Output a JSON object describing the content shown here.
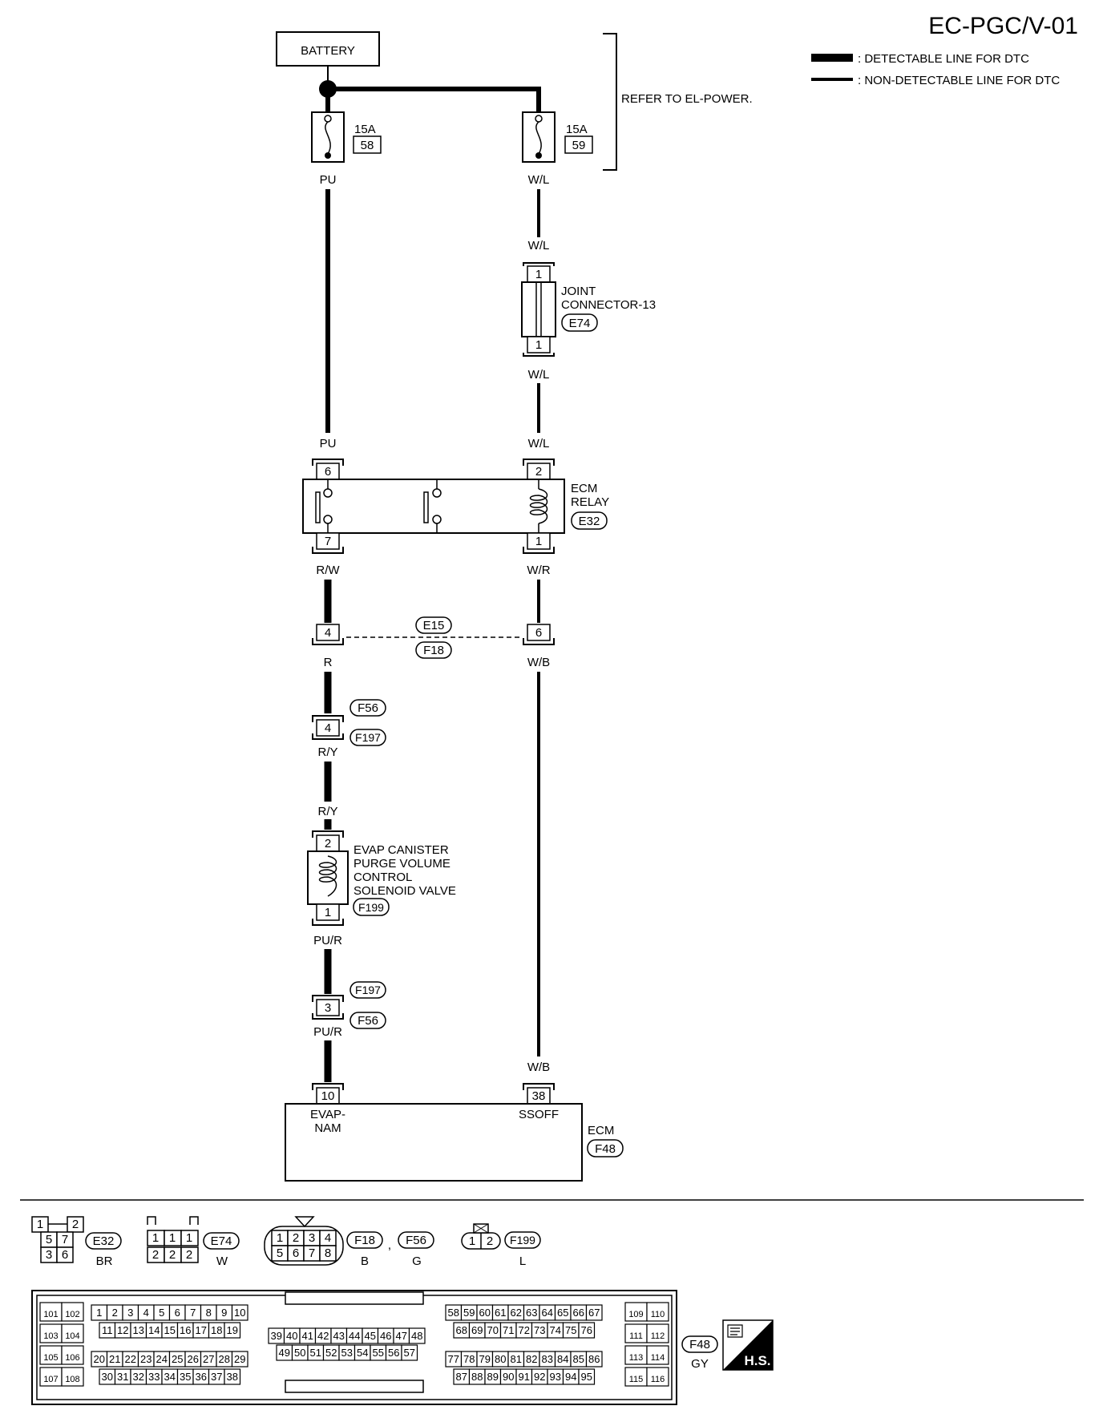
{
  "header": {
    "page_code": "EC-PGC/V-01",
    "legend": [
      {
        "key": "detectable",
        "label": ": DETECTABLE LINE FOR DTC"
      },
      {
        "key": "non_detectable",
        "label": ": NON-DETECTABLE LINE FOR DTC"
      }
    ]
  },
  "battery": {
    "label": "BATTERY"
  },
  "refer": {
    "label": "REFER TO EL-POWER."
  },
  "fuses": [
    {
      "amp": "15A",
      "number": "58",
      "wire": "PU"
    },
    {
      "amp": "15A",
      "number": "59",
      "wire": "W/L"
    }
  ],
  "joint_connector": {
    "name": [
      "JOINT",
      "CONNECTOR-13"
    ],
    "connector": "E74",
    "pin_top": "1",
    "pin_bottom": "1",
    "wire_top": "W/L",
    "wire_bottom": "W/L"
  },
  "ecm_relay": {
    "name": [
      "ECM",
      "RELAY"
    ],
    "connector": "E32",
    "pin_left_top": "6",
    "pin_left_bottom": "7",
    "pin_right_top": "2",
    "pin_right_bottom": "1",
    "wire_left_in": "PU",
    "wire_right_in": "W/L",
    "wire_left_out": "R/W",
    "wire_right_out": "W/R"
  },
  "e15_f18": {
    "top": "E15",
    "bottom": "F18",
    "pin_left": "4",
    "pin_right": "6",
    "wire_left": "R",
    "wire_right": "W/B"
  },
  "f56_f197_a": {
    "top": "F56",
    "bottom": "F197",
    "pin": "4",
    "wire_below": "R/Y"
  },
  "evap_valve": {
    "name": [
      "EVAP CANISTER",
      "PURGE VOLUME",
      "CONTROL",
      "SOLENOID VALVE"
    ],
    "connector": "F199",
    "pin_top": "2",
    "pin_bottom": "1",
    "wire_top": "R/Y",
    "wire_bottom": "PU/R"
  },
  "f197_f56_b": {
    "top": "F197",
    "bottom": "F56",
    "pin": "3",
    "wire_below": "PU/R"
  },
  "ecm": {
    "name": "ECM",
    "connector": "F48",
    "pin_left": "10",
    "pin_right": "38",
    "term_left": [
      "EVAP-",
      "NAM"
    ],
    "term_right": "SSOFF",
    "wire_right": "W/B"
  },
  "connector_views": {
    "e32": {
      "id": "E32",
      "color": "BR",
      "pins_top": [
        "1",
        "2"
      ],
      "pins_mid": [
        "5",
        "7"
      ],
      "pins_bot": [
        "3",
        "6"
      ]
    },
    "e74": {
      "id": "E74",
      "color": "W",
      "pins_top": [
        "1",
        "1",
        "1"
      ],
      "pins_bot": [
        "2",
        "2",
        "2"
      ]
    },
    "f18_f56": {
      "ids": [
        "F18",
        "F56"
      ],
      "colors": [
        "B",
        "G"
      ],
      "sep": ",",
      "pins_top": [
        "1",
        "2",
        "3",
        "4"
      ],
      "pins_bot": [
        "5",
        "6",
        "7",
        "8"
      ]
    },
    "f199": {
      "id": "F199",
      "color": "L",
      "pins": [
        "1",
        "2"
      ]
    },
    "f48": {
      "id": "F48",
      "color": "GY"
    }
  },
  "ecm_connector_pins": {
    "left_block": [
      [
        "101",
        "102"
      ],
      [
        "103",
        "104"
      ],
      [
        "105",
        "106"
      ],
      [
        "107",
        "108"
      ]
    ],
    "g1_r1": [
      "1",
      "2",
      "3",
      "4",
      "5",
      "6",
      "7",
      "8",
      "9",
      "10"
    ],
    "g1_r2": [
      "11",
      "12",
      "13",
      "14",
      "15",
      "16",
      "17",
      "18",
      "19"
    ],
    "g1_r3": [
      "20",
      "21",
      "22",
      "23",
      "24",
      "25",
      "26",
      "27",
      "28",
      "29"
    ],
    "g1_r4": [
      "30",
      "31",
      "32",
      "33",
      "34",
      "35",
      "36",
      "37",
      "38"
    ],
    "g2_r1": [
      "39",
      "40",
      "41",
      "42",
      "43",
      "44",
      "45",
      "46",
      "47",
      "48"
    ],
    "g2_r2": [
      "49",
      "50",
      "51",
      "52",
      "53",
      "54",
      "55",
      "56",
      "57"
    ],
    "g3_r1": [
      "58",
      "59",
      "60",
      "61",
      "62",
      "63",
      "64",
      "65",
      "66",
      "67"
    ],
    "g3_r2": [
      "68",
      "69",
      "70",
      "71",
      "72",
      "73",
      "74",
      "75",
      "76"
    ],
    "g3_r3": [
      "77",
      "78",
      "79",
      "80",
      "81",
      "82",
      "83",
      "84",
      "85",
      "86"
    ],
    "g3_r4": [
      "87",
      "88",
      "89",
      "90",
      "91",
      "92",
      "93",
      "94",
      "95"
    ],
    "right_block": [
      [
        "109",
        "110"
      ],
      [
        "111",
        "112"
      ],
      [
        "113",
        "114"
      ],
      [
        "115",
        "116"
      ]
    ]
  },
  "hs_badge": "H.S.",
  "icons": {
    "hs": "harness-symbol-icon"
  }
}
